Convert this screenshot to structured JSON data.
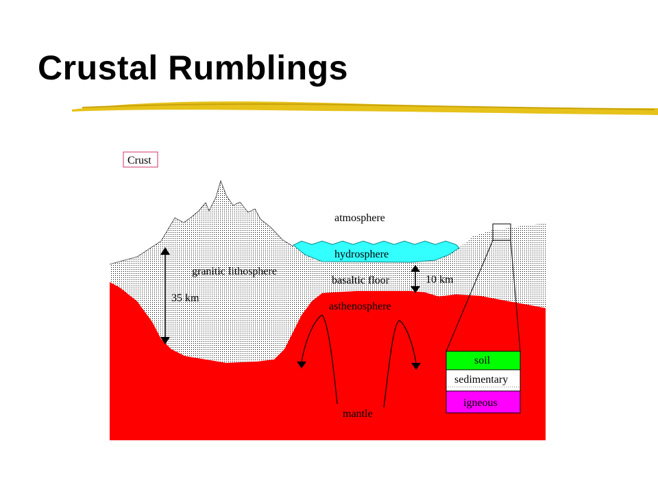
{
  "slide": {
    "title": "Crustal Rumblings"
  },
  "diagram": {
    "box_label": "Crust",
    "labels": {
      "atmosphere": "atmosphere",
      "hydrosphere": "hydrosphere",
      "granitic": "granitic lithosphere",
      "basaltic": "basaltic floor",
      "asthenosphere": "asthenosphere",
      "mantle": "mantle",
      "depth_continental": "35 km",
      "depth_oceanic": "10 km"
    },
    "layers": [
      "soil",
      "sedimentary",
      "igneous"
    ],
    "colors": {
      "mantle": "#ff0000",
      "hydrosphere": "#33ffff",
      "crust_dots": "#000000",
      "soil": "#00ff00",
      "sedimentary": "#ffffff",
      "igneous": "#ff00ff",
      "crust_box_border": "#cc3366",
      "underline": "#e6c21a"
    }
  }
}
